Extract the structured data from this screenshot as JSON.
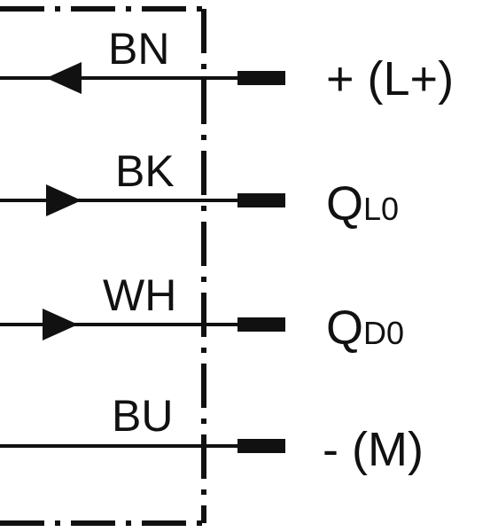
{
  "wires": [
    {
      "color_code": "BN",
      "direction": "in",
      "terminal": {
        "main": "+ (L+)",
        "sub": ""
      }
    },
    {
      "color_code": "BK",
      "direction": "out",
      "terminal": {
        "main": "Q",
        "sub": "L0"
      }
    },
    {
      "color_code": "WH",
      "direction": "out",
      "terminal": {
        "main": "Q",
        "sub": "D0"
      }
    },
    {
      "color_code": "BU",
      "direction": "none",
      "terminal": {
        "main": "- (M)",
        "sub": ""
      }
    }
  ],
  "colors": {
    "line": "#111111",
    "background": "#ffffff"
  }
}
